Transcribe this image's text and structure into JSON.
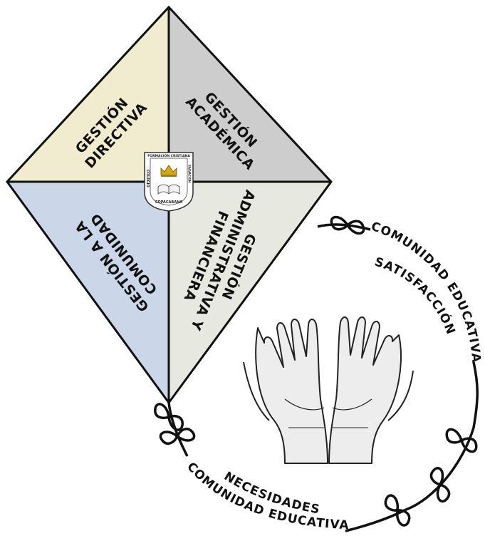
{
  "kite": {
    "top_left": {
      "lines": [
        "GESTIÓN",
        "DIRECTIVA"
      ],
      "color": "#f1ebcf"
    },
    "top_right": {
      "lines": [
        "GESTIÓN",
        "ACADÉMICA"
      ],
      "color": "#cdcdcd"
    },
    "bottom_left": {
      "lines": [
        "GESTIÓN A LA",
        "COMUNIDAD"
      ],
      "color": "#cbd7e8"
    },
    "bottom_right": {
      "lines": [
        "GESTIÓN",
        "ADMINISTRATIVA Y",
        "FINANCIERA"
      ],
      "color": "#e7e9e1"
    }
  },
  "crest": {
    "top": "FORMACIÓN CRISTIANA",
    "left": "COLEGIO",
    "right": "SALVACIÓN",
    "bottom": "COPACABANA"
  },
  "ring": {
    "right_line1": "COMUNIDAD EDUCATIVA",
    "right_line2": "SATISFACCIÓN",
    "bottom_line1": "NECESIDADES",
    "bottom_line2": "COMUNIDAD EDUCATIVA"
  },
  "icons": [
    "cupped-hands-icon",
    "ribbon-bow-icon",
    "colegio-crest-icon"
  ]
}
